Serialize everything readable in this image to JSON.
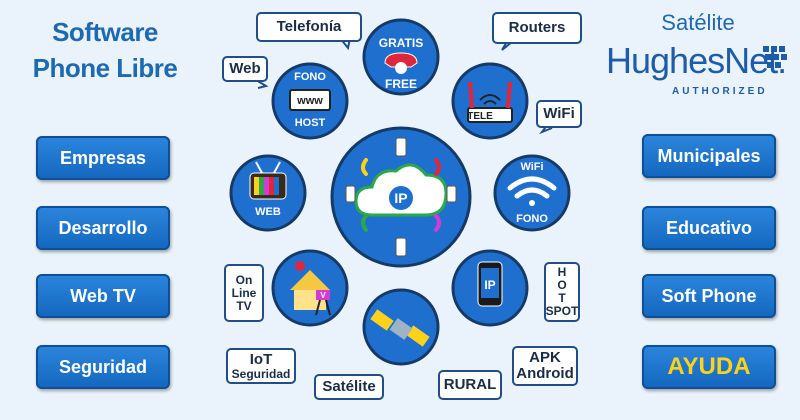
{
  "title": {
    "line1": "Software",
    "line2": "Phone Libre"
  },
  "left_menu": [
    "Empresas",
    "Desarrollo",
    "Web TV",
    "Seguridad"
  ],
  "right_menu": [
    "Municipales",
    "Educativo",
    "Soft Phone",
    "AYUDA"
  ],
  "brand": {
    "satellite": "Satélite",
    "name": "HughesNet.",
    "authorized": "AUTHORIZED"
  },
  "callouts": {
    "telefonia": "Telefonía",
    "routers": "Routers",
    "web": "Web",
    "wifi": "WiFi",
    "online": [
      "On",
      "Line",
      "TV"
    ],
    "hotspot": [
      "H",
      "O",
      "T",
      "SPOT"
    ],
    "iot": [
      "IoT",
      "Seguridad"
    ],
    "apk": [
      "APK",
      "Android"
    ],
    "satelite": "Satélite",
    "rural": "RURAL"
  },
  "nodes": {
    "gratis": "GRATIS",
    "free": "FREE",
    "fono": "FONO",
    "www": "www",
    "host": "HOST",
    "tele": "TELE",
    "wifi": "WiFi",
    "wifi_fono": "FONO",
    "web": "WEB",
    "ip": "IP",
    "ip_center": "IP",
    "v": "V"
  }
}
